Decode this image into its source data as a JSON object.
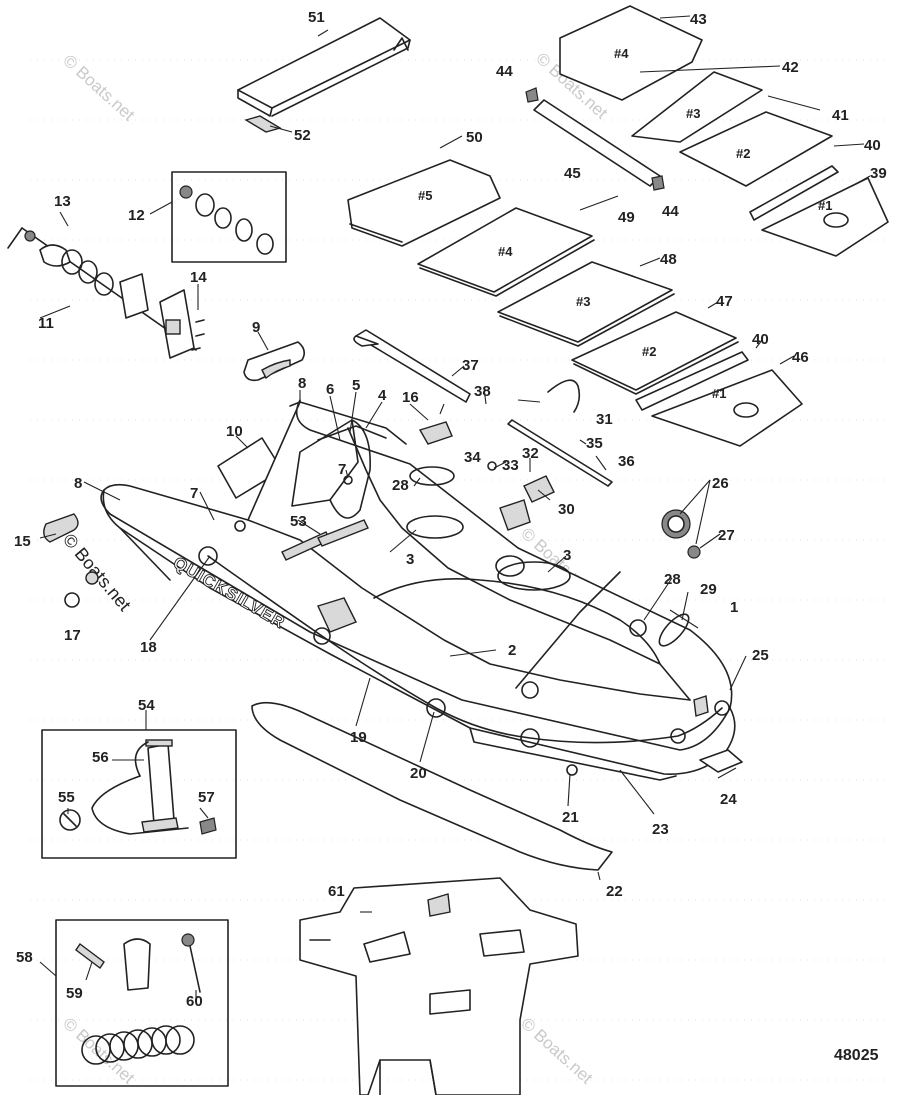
{
  "diagram_number": "48025",
  "watermark": "© Boats.net",
  "brand_text": "QUICKSILVER",
  "floor_panels": {
    "p1_rear": "#1",
    "p2_rear": "#2",
    "p3_rear": "#3",
    "p4_rear": "#4",
    "p5": "#5",
    "p1_top": "#1",
    "p2_top": "#2",
    "p3_top": "#3",
    "p4_top": "#4"
  },
  "callouts": [
    "1",
    "2",
    "3",
    "3",
    "4",
    "5",
    "6",
    "7",
    "7",
    "8",
    "8",
    "9",
    "10",
    "11",
    "12",
    "13",
    "14",
    "15",
    "16",
    "17",
    "18",
    "19",
    "20",
    "21",
    "22",
    "23",
    "24",
    "25",
    "26",
    "27",
    "28",
    "28",
    "29",
    "30",
    "31",
    "32",
    "33",
    "34",
    "35",
    "36",
    "37",
    "38",
    "39",
    "40",
    "40",
    "41",
    "42",
    "43",
    "44",
    "44",
    "45",
    "46",
    "47",
    "48",
    "49",
    "50",
    "51",
    "52",
    "53",
    "54",
    "55",
    "56",
    "57",
    "58",
    "59",
    "60",
    "61"
  ]
}
